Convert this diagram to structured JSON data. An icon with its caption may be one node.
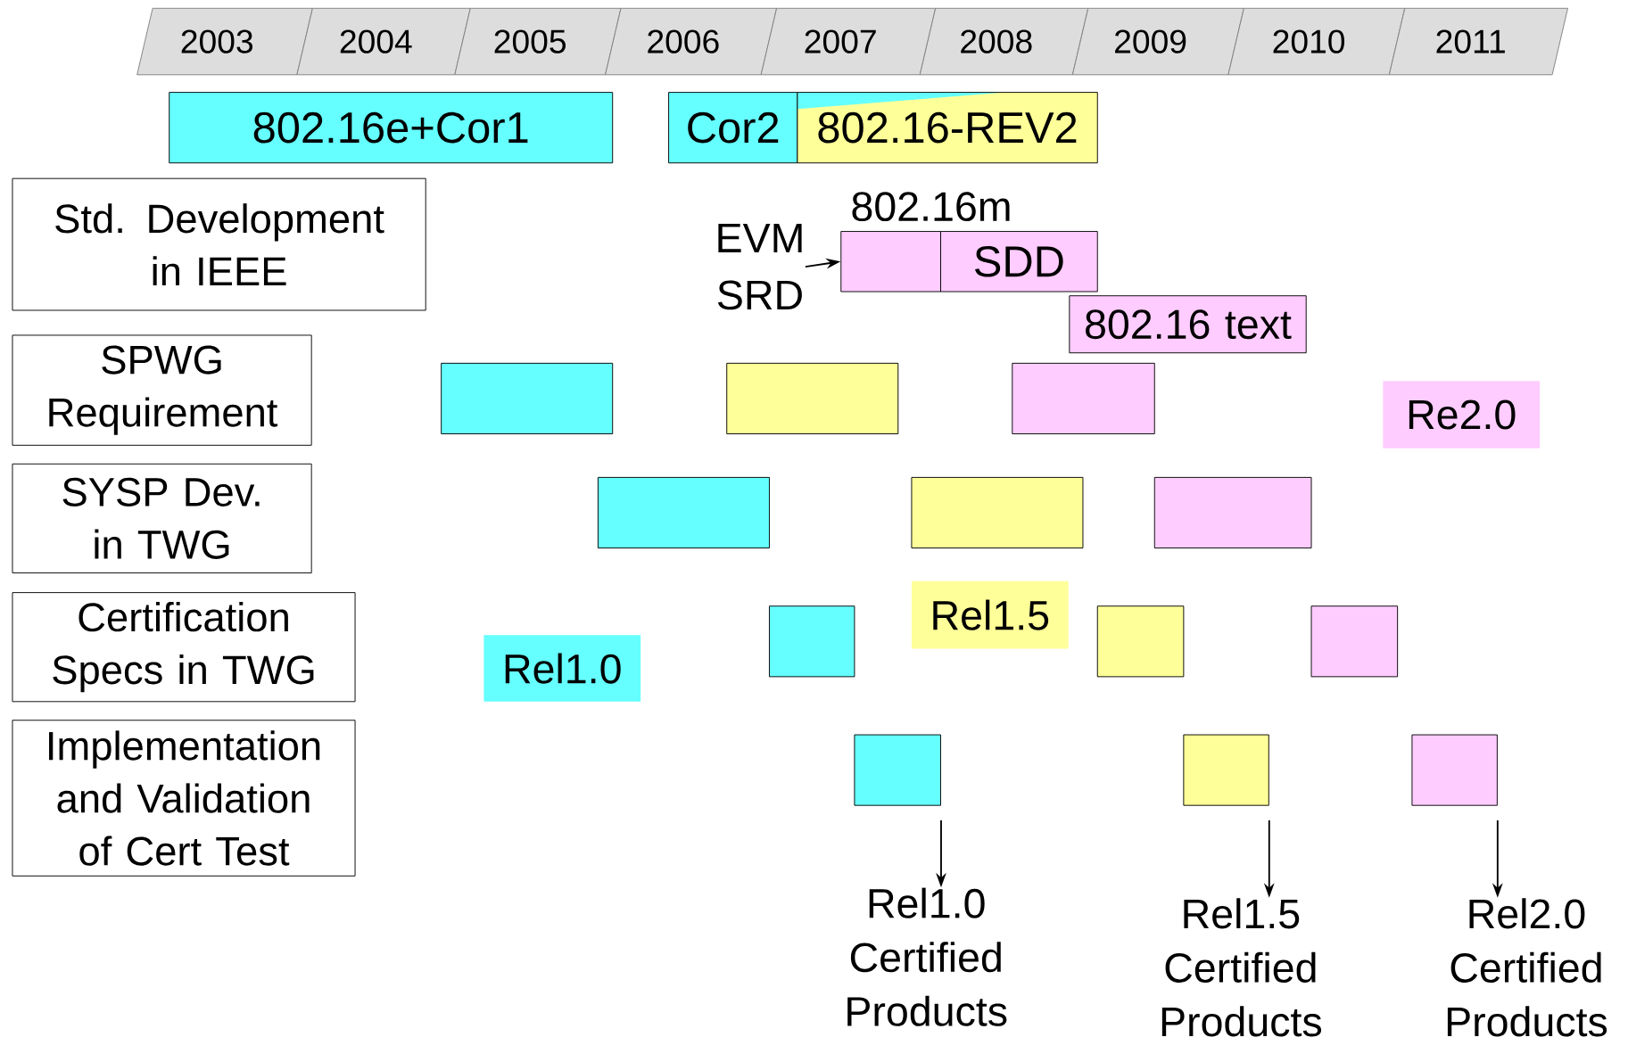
{
  "diagram": {
    "nodes": [
      {
        "text": [
          "2003"
        ]
      },
      {
        "text": [
          "2004"
        ]
      },
      {
        "text": [
          "2005"
        ]
      },
      {
        "text": [
          "2006"
        ]
      },
      {
        "text": [
          "2007"
        ]
      },
      {
        "text": [
          "2008"
        ]
      },
      {
        "text": [
          "2009"
        ]
      },
      {
        "text": [
          "2010"
        ]
      },
      {
        "text": [
          "2011"
        ]
      },
      {
        "text": [
          "802.16e+Cor1"
        ]
      },
      {
        "text": [
          "Cor2"
        ]
      },
      {
        "text": [
          "802.16-REV2"
        ]
      },
      {
        "text": [
          "Std. Development in IEEE"
        ]
      },
      {
        "text": [],
        "shape": "box"
      },
      {
        "text": [
          "SDD"
        ]
      },
      {
        "text": [
          "802.16 text"
        ]
      },
      {
        "text": [
          "SPWG Requirement"
        ]
      },
      {
        "text": [],
        "shape": "box"
      },
      {
        "text": [],
        "shape": "box"
      },
      {
        "text": [],
        "shape": "box"
      },
      {
        "text": [
          "Re2.0"
        ]
      },
      {
        "text": [
          "SYSP Dev. in TWG"
        ]
      },
      {
        "text": [],
        "shape": "box"
      },
      {
        "text": [],
        "shape": "box"
      },
      {
        "text": [],
        "shape": "box"
      },
      {
        "text": [
          "Certification Specs in TWG"
        ]
      },
      {
        "text": [
          "Rel1.0"
        ]
      },
      {
        "text": [],
        "shape": "box"
      },
      {
        "text": [
          "Rel1.5"
        ]
      },
      {
        "text": [],
        "shape": "box"
      },
      {
        "text": [],
        "shape": "box"
      },
      {
        "text": [
          "Implementation and Validation of Cert Test"
        ]
      },
      {
        "text": [],
        "shape": "box"
      },
      {
        "text": [],
        "shape": "box"
      },
      {
        "text": [],
        "shape": "box"
      },
      {
        "text": [
          "Rel1.0 Certified Products"
        ]
      },
      {
        "text": [
          "Rel1.5 Certified Products"
        ]
      },
      {
        "text": [
          "Rel2.0 Certified Products"
        ]
      },
      {
        "text": [
          "EVM",
          "SRD"
        ]
      }
    ],
    "edges": [
      {
        "from": 38,
        "to": 13,
        "arrow": "to"
      },
      {
        "from": 32,
        "to": 35,
        "arrow": "to"
      },
      {
        "from": 33,
        "to": 36,
        "arrow": "to"
      },
      {
        "from": 34,
        "to": 37,
        "arrow": "to"
      }
    ],
    "labels": [
      "802.16m"
    ]
  }
}
